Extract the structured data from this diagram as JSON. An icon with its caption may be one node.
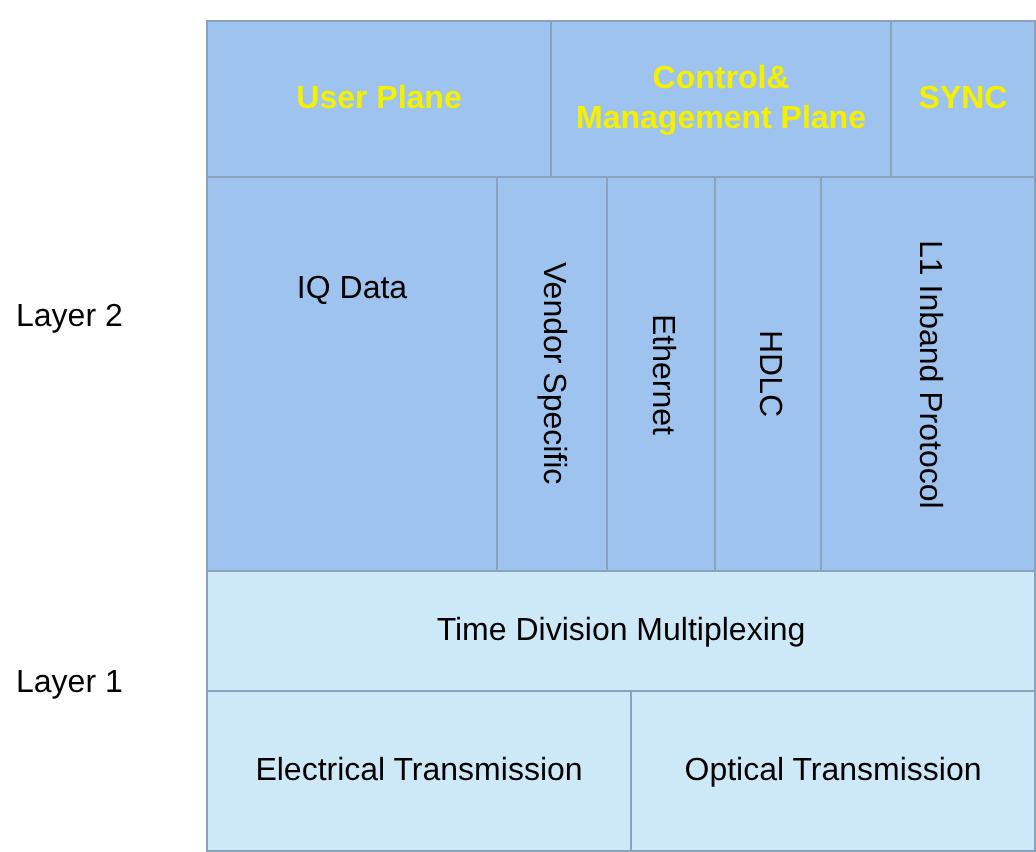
{
  "diagram": {
    "nodes": [
      {
        "text": [
          "User Plane"
        ]
      },
      {
        "text": [
          "Control& Management Plane"
        ]
      },
      {
        "text": [
          "SYNC"
        ]
      },
      {
        "text": [
          "IQ Data"
        ]
      },
      {
        "text": [
          "Vendor Specific"
        ]
      },
      {
        "text": [
          "Ethernet"
        ]
      },
      {
        "text": [
          "HDLC"
        ]
      },
      {
        "text": [
          "L1 Inband Protocol"
        ]
      },
      {
        "text": [
          "Time Division Multiplexing"
        ]
      },
      {
        "text": [
          "Electrical Transmission"
        ]
      },
      {
        "text": [
          "Optical Transmission"
        ]
      }
    ],
    "labels": [
      "Layer 2",
      "Layer 1"
    ]
  }
}
